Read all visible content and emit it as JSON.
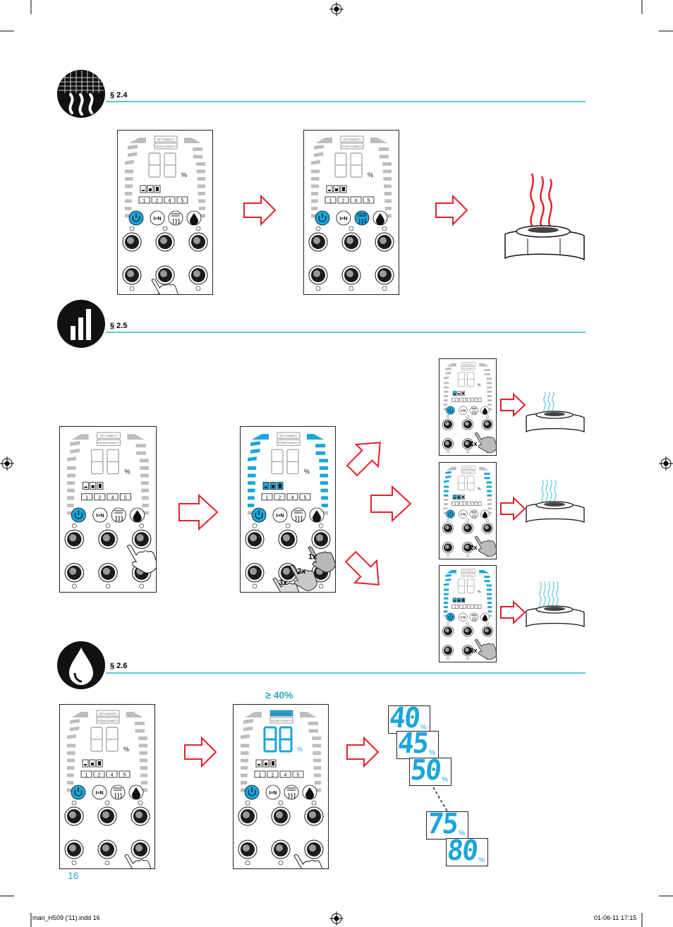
{
  "sections": [
    {
      "label": "§ 2.4"
    },
    {
      "label": "§ 2.5"
    },
    {
      "label": "§ 2.6"
    }
  ],
  "panel": {
    "preset_labels": [
      "1",
      "2",
      "4",
      "5"
    ],
    "percent_sign": "%",
    "info_line_1": "SET HUMIDITY",
    "info_line_2": "ROOM HUMIDITY"
  },
  "press_counts": [
    "1x",
    "2x",
    "3x"
  ],
  "humidity_threshold": "≥ 40%",
  "humidity_values": [
    "40",
    "45",
    "50",
    "75",
    "80"
  ],
  "footer": {
    "page_number": "16",
    "file_name": "man_H509 ('11).indd   16",
    "date_time": "01-06-11   17:15"
  },
  "colors": {
    "accent": "#1aa6dc",
    "rule": "#5bc8d6",
    "arrow": "#e5202b"
  }
}
